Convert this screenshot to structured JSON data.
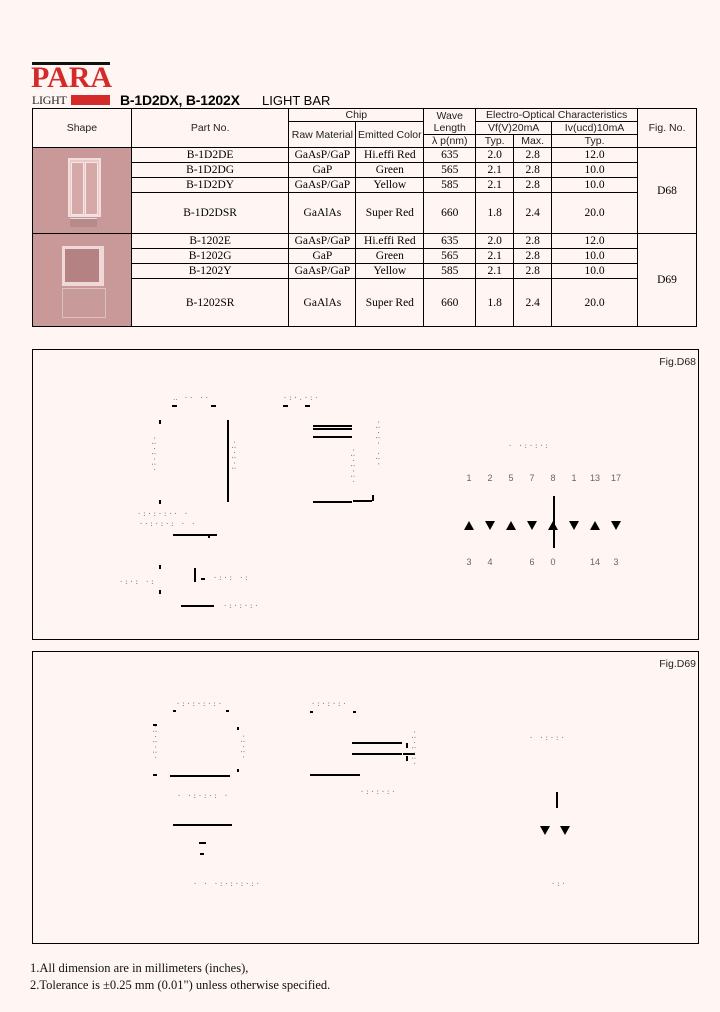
{
  "header": {
    "brand_top": "PARA",
    "brand_bottom": "LIGHT",
    "title": "B-1D2DX, B-1202X",
    "subtitle": "LIGHT BAR",
    "brand_color": "#d42a2a"
  },
  "table": {
    "headers": {
      "shape": "Shape",
      "part_no": "Part No.",
      "chip": "Chip",
      "raw_material": "Raw Material",
      "emitted_color": "Emitted Color",
      "wave_length": "Wave Length",
      "wave_unit": "λ p(nm)",
      "eo": "Electro-Optical Characteristics",
      "vf": "Vf(V)20mA",
      "iv": "Iv(ucd)10mA",
      "typ": "Typ.",
      "max": "Max.",
      "iv_typ": "Typ.",
      "fig_no": "Fig. No."
    },
    "groups": [
      {
        "fig": "D68",
        "rows": [
          {
            "part": "B-1D2DE",
            "material": "GaAsP/GaP",
            "color": "Hi.effi Red",
            "wave": "635",
            "vf_typ": "2.0",
            "vf_max": "2.8",
            "iv_typ": "12.0"
          },
          {
            "part": "B-1D2DG",
            "material": "GaP",
            "color": "Green",
            "wave": "565",
            "vf_typ": "2.1",
            "vf_max": "2.8",
            "iv_typ": "10.0"
          },
          {
            "part": "B-1D2DY",
            "material": "GaAsP/GaP",
            "color": "Yellow",
            "wave": "585",
            "vf_typ": "2.1",
            "vf_max": "2.8",
            "iv_typ": "10.0"
          },
          {
            "part": "B-1D2DSR",
            "material": "GaAlAs",
            "color": "Super Red",
            "wave": "660",
            "vf_typ": "1.8",
            "vf_max": "2.4",
            "iv_typ": "20.0"
          }
        ]
      },
      {
        "fig": "D69",
        "rows": [
          {
            "part": "B-1202E",
            "material": "GaAsP/GaP",
            "color": "Hi.effi Red",
            "wave": "635",
            "vf_typ": "2.0",
            "vf_max": "2.8",
            "iv_typ": "12.0"
          },
          {
            "part": "B-1202G",
            "material": "GaP",
            "color": "Green",
            "wave": "565",
            "vf_typ": "2.1",
            "vf_max": "2.8",
            "iv_typ": "10.0"
          },
          {
            "part": "B-1202Y",
            "material": "GaAsP/GaP",
            "color": "Yellow",
            "wave": "585",
            "vf_typ": "2.1",
            "vf_max": "2.8",
            "iv_typ": "10.0"
          },
          {
            "part": "B-1202SR",
            "material": "GaAlAs",
            "color": "Super Red",
            "wave": "660",
            "vf_typ": "1.8",
            "vf_max": "2.4",
            "iv_typ": "20.0"
          }
        ]
      }
    ]
  },
  "figures": {
    "d68": {
      "label": "Fig.D68",
      "pins_top": [
        "1",
        "2",
        "5",
        "7",
        "8",
        "1",
        "13",
        "17"
      ],
      "pins_bottom": [
        "3",
        "4",
        "",
        "6",
        "0",
        "",
        "14",
        "3"
      ]
    },
    "d69": {
      "label": "Fig.D69"
    }
  },
  "notes": [
    "1.All dimension are in millimeters (inches),",
    "2.Tolerance is ±0.25 mm (0.01\") unless otherwise specified."
  ]
}
